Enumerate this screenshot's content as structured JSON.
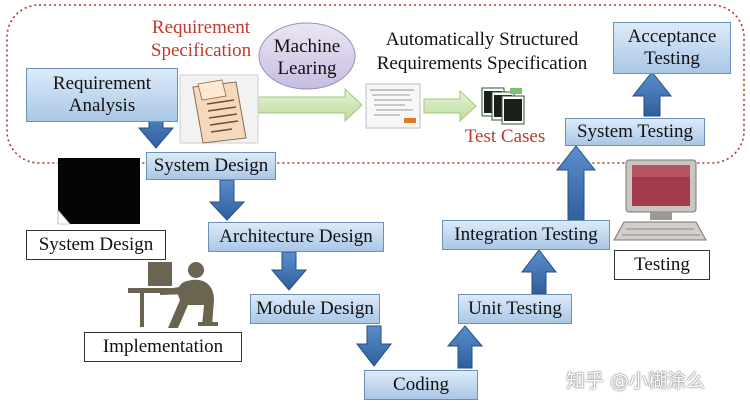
{
  "top_region": {
    "requirement_specification": "Requirement\nSpecification",
    "machine_learning": "Machine\nLearing",
    "auto_spec": "Automatically Structured\nRequirements Specification",
    "test_cases": "Test Cases",
    "acceptance_testing": "Acceptance\nTesting",
    "system_testing": "System Testing",
    "requirement_analysis": "Requirement\nAnalysis"
  },
  "stages": {
    "system_design": "System Design",
    "architecture_design": "Architecture Design",
    "module_design": "Module Design",
    "coding": "Coding",
    "unit_testing": "Unit Testing",
    "integration_testing": "Integration Testing"
  },
  "captions": {
    "system_design": "System Design",
    "implementation": "Implementation",
    "testing": "Testing"
  },
  "watermark": "知乎 @小糊涂么",
  "colors": {
    "stage_top": "#dcebf8",
    "stage_bottom": "#a9c7e6",
    "arrow_blue": "#3a72b4",
    "dotted_border": "#b2362a",
    "label_red": "#c0392b",
    "ml_ellipse": "#d6cdea",
    "green_arrow": "#cfe8b8"
  }
}
